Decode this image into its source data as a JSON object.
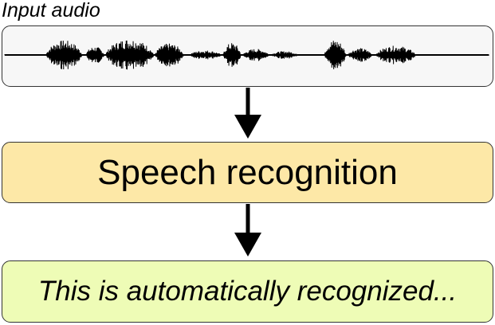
{
  "diagram": {
    "input_label": "Input audio",
    "process_label": "Speech recognition",
    "output_label": "This is automatically recognized..."
  },
  "colors": {
    "audio_box_fill": "#f7f7f7",
    "process_box_fill": "#fde8a7",
    "output_box_fill": "#eefcb6",
    "waveform": "#000000",
    "border": "#333333",
    "arrow": "#000000"
  },
  "icons": {
    "waveform": "audio-waveform-icon",
    "arrow": "down-arrow-icon"
  }
}
